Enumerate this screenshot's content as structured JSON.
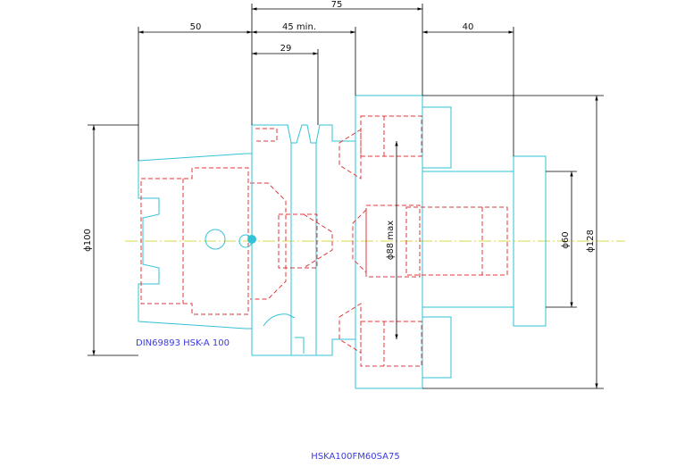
{
  "dimensions": {
    "d75": "75",
    "d50": "50",
    "d45": "45 min.",
    "d29": "29",
    "d40": "40",
    "dia100": "ϕ100",
    "dia88": "ϕ88 max",
    "dia60": "ϕ60",
    "dia128": "ϕ128"
  },
  "labels": {
    "standard": "DIN69893 HSK-A 100",
    "part_number": "HSKA100FM60SA75"
  },
  "colors": {
    "outline": "#33c3d6",
    "hidden": "#e0393c",
    "dimension": "#000000",
    "centerline": "#d9d94a",
    "label": "#3a3ae0"
  }
}
